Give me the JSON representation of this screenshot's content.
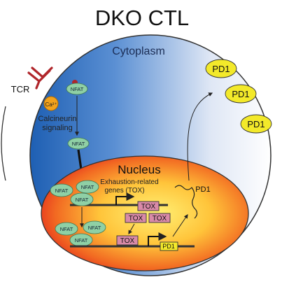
{
  "title": "DKO CTL",
  "labels": {
    "cytoplasm": "Cytoplasm",
    "nucleus": "Nucleus",
    "tcr": "TCR",
    "calcium": "Ca²⁺",
    "calcineurin_line1": "Calcineurin",
    "calcineurin_line2": "signaling",
    "exhaustion_line1": "Exhaustion-related",
    "exhaustion_line2": "genes (TOX)",
    "pd1_mrna": "PD1"
  },
  "nfat": {
    "label": "NFAT"
  },
  "tox": {
    "label": "TOX"
  },
  "pd1": {
    "label": "PD1",
    "gene_label": "PD1"
  },
  "colors": {
    "cytoplasm_dark": "#2a6fc1",
    "cytoplasm_light": "#f4f6fb",
    "nucleus_center": "#ffe35a",
    "nucleus_edge": "#e8231f",
    "nfat_fill": "#8fd0a5",
    "tox_fill": "#d98aa8",
    "pd1_fill": "#f3e92a",
    "tcr": "#b0262b",
    "calcium": "#f2a21c"
  }
}
